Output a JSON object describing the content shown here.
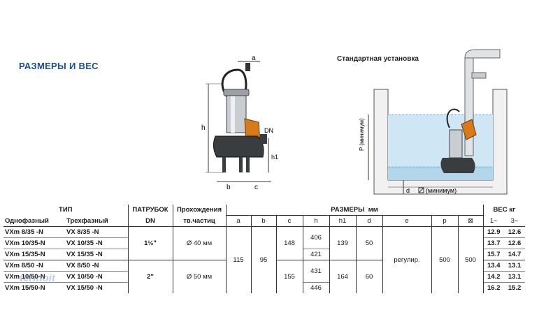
{
  "section_title": "РАЗМЕРЫ И ВЕС",
  "install_title": "Стандартная установка",
  "pump_dim_labels": {
    "a": "a",
    "h": "h",
    "dn": "DN",
    "h1": "h1",
    "b": "b",
    "c": "c"
  },
  "install_labels": {
    "p": "P (минимум)",
    "d": "d",
    "min": "(минимум)"
  },
  "table": {
    "hdr_type": "ТИП",
    "hdr_one_phase": "Однофазный",
    "hdr_three_phase": "Трехфазный",
    "hdr_nozzle": "ПАТРУБОК",
    "hdr_dn": "DN",
    "hdr_pass1": "Прохождения",
    "hdr_pass2": "тв.частиц",
    "hdr_dims": "РАЗМЕРЫ",
    "hdr_mm": "мм",
    "hdr_weight": "ВЕС",
    "hdr_kg": "кг",
    "cols": [
      "a",
      "b",
      "c",
      "h",
      "h1",
      "d",
      "e",
      "p",
      "⊠"
    ],
    "w1": "1~",
    "w3": "3~",
    "rows": [
      {
        "one": "VXm 8/35   -N",
        "three": "VX 8/35   -N",
        "w1": "12.9",
        "w3": "12.6"
      },
      {
        "one": "VXm 10/35-N",
        "three": "VX 10/35 -N",
        "w1": "13.7",
        "w3": "12.6"
      },
      {
        "one": "VXm 15/35-N",
        "three": "VX 15/35 -N",
        "w1": "15.7",
        "w3": "14.7"
      },
      {
        "one": "VXm 8/50   -N",
        "three": "VX 8/50   -N",
        "w1": "13.4",
        "w3": "13.1"
      },
      {
        "one": "VXm 10/50-N",
        "three": "VX 10/50 -N",
        "w1": "14.2",
        "w3": "13.1"
      },
      {
        "one": "VXm 15/50-N",
        "three": "VX 15/50 -N",
        "w1": "16.2",
        "w3": "15.2"
      }
    ],
    "dn_35": "1½\"",
    "dn_50": "2\"",
    "pass_35": "Ø 40 мм",
    "pass_50": "Ø 50 мм",
    "a": "115",
    "b": "95",
    "c_35": "148",
    "c_50": "155",
    "h_35a": "406",
    "h_35b": "421",
    "h_50a": "431",
    "h_50b": "446",
    "h1_35": "139",
    "h1_50": "164",
    "d_35": "50",
    "d_50": "60",
    "e": "регулир.",
    "p": "500",
    "sq": "500"
  },
  "watermark": "termoit"
}
